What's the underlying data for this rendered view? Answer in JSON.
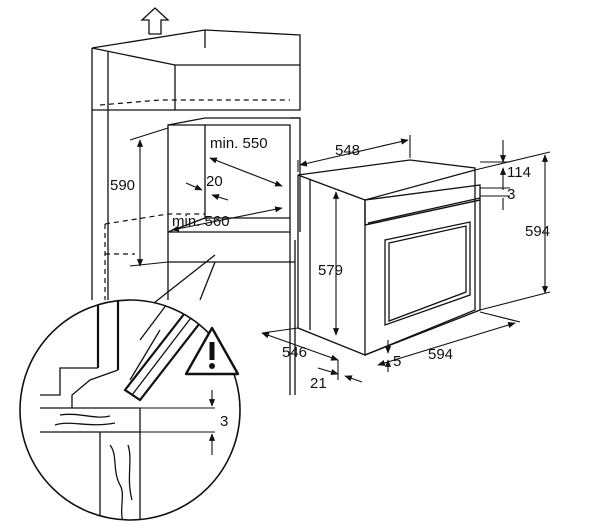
{
  "labels": {
    "min_550": "min. 550",
    "dim_20": "20",
    "min_560": "min. 560",
    "dim_590": "590",
    "dim_548": "548",
    "dim_579": "579",
    "dim_546": "546",
    "dim_21": "21",
    "dim_5": "5",
    "dim_594_width": "594",
    "dim_114": "114",
    "dim_3_top": "3",
    "dim_594_height": "594",
    "dim_3_detail": "3"
  },
  "icons": {
    "up_arrow": "up-arrow-icon",
    "warning": "warning-triangle-icon"
  }
}
